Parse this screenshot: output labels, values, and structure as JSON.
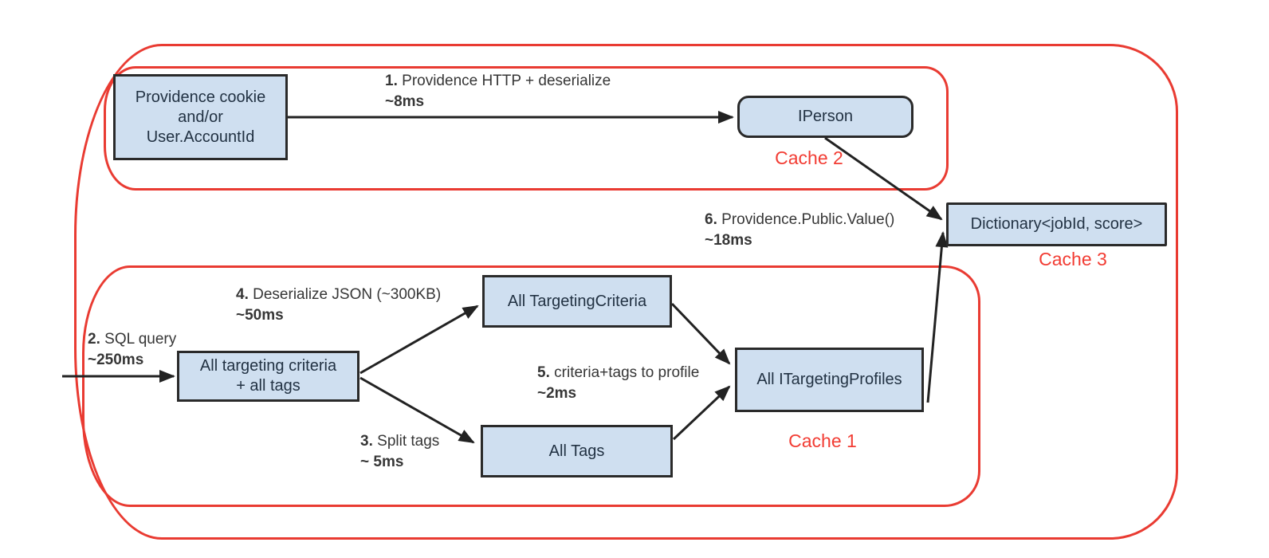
{
  "diagram": {
    "colors": {
      "region_outline": "#e93b32",
      "cache_label": "#f23c33",
      "node_fill": "#cfdff0",
      "node_border": "#2a2a2a",
      "arrow": "#222222",
      "label_text": "#363636"
    },
    "cache_regions": {
      "cache1": {
        "label": "Cache 1"
      },
      "cache2": {
        "label": "Cache 2"
      },
      "cache3": {
        "label": "Cache 3"
      }
    },
    "nodes": {
      "providence_cookie": {
        "label": "Providence cookie\nand/or\nUser.AccountId"
      },
      "iperson": {
        "label": "IPerson"
      },
      "dictionary": {
        "label": "Dictionary<jobId, score>"
      },
      "all_targeting_criteria": {
        "label": "All TargetingCriteria"
      },
      "criteria_plus_tags": {
        "label": "All targeting criteria\n+ all tags"
      },
      "all_itargeting_profiles": {
        "label": "All ITargetingProfiles"
      },
      "all_tags": {
        "label": "All Tags"
      }
    },
    "edges": {
      "step1": {
        "num": "1.",
        "text": "Providence HTTP + deserialize",
        "time": "~8ms",
        "from": "providence_cookie",
        "to": "iperson"
      },
      "step2": {
        "num": "2.",
        "text": "SQL query",
        "time": "~250ms",
        "from": "external",
        "to": "criteria_plus_tags"
      },
      "step3": {
        "num": "3.",
        "text": "Split tags",
        "time": "~ 5ms",
        "from": "criteria_plus_tags",
        "to": "all_tags"
      },
      "step4": {
        "num": "4.",
        "text": "Deserialize JSON (~300KB)",
        "time": "~50ms",
        "from": "criteria_plus_tags",
        "to": "all_targeting_criteria"
      },
      "step5": {
        "num": "5.",
        "text": "criteria+tags to profile",
        "time": "~2ms",
        "from": "all_targeting_criteria_and_all_tags",
        "to": "all_itargeting_profiles"
      },
      "step6": {
        "num": "6.",
        "text": "Providence.Public.Value()",
        "time": "~18ms",
        "from": "iperson_and_all_itargeting_profiles",
        "to": "dictionary"
      }
    }
  }
}
